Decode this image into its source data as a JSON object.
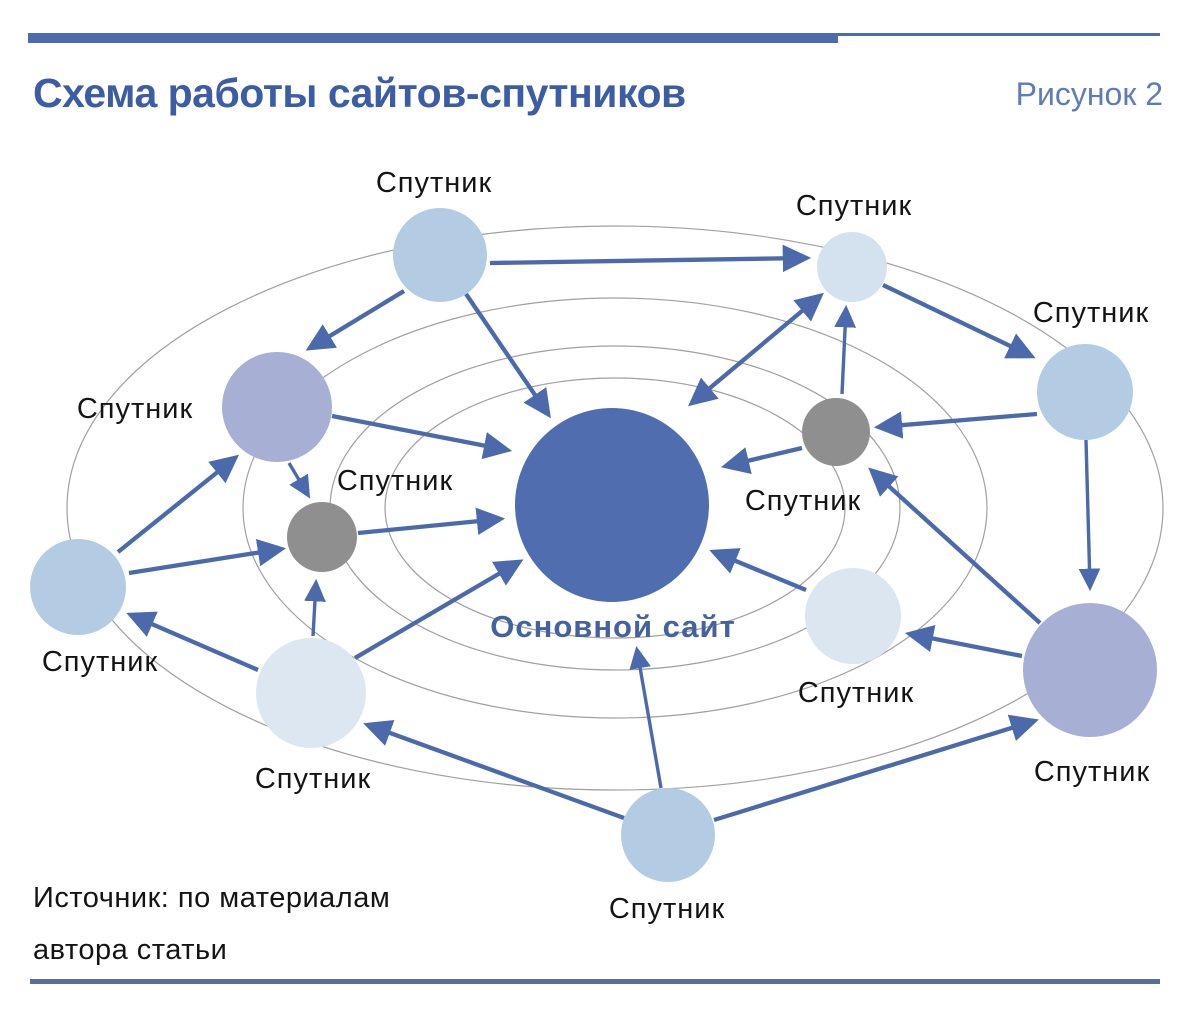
{
  "header": {
    "title": "Схема работы сайтов-спутников",
    "figure_label": "Рисунок 2"
  },
  "diagram": {
    "main_site": {
      "label": "Основной сайт",
      "color": "#4F6DAF"
    },
    "satellites": [
      {
        "id": "top-left",
        "label": "Спутник",
        "color": "#B3CCE3"
      },
      {
        "id": "top-right",
        "label": "Спутник",
        "color": "#D4E2F0"
      },
      {
        "id": "right",
        "label": "Спутник",
        "color": "#B3CCE3"
      },
      {
        "id": "left-purple",
        "label": "Спутник",
        "color": "#A8AFD5"
      },
      {
        "id": "inner-left-gray",
        "label": "Спутник",
        "color": "#8F8F8F"
      },
      {
        "id": "inner-right-gray",
        "label": "Спутник",
        "color": "#8F8F8F"
      },
      {
        "id": "far-left",
        "label": "Спутник",
        "color": "#B3CCE3"
      },
      {
        "id": "bottom-left",
        "label": "Спутник",
        "color": "#DCE7F2"
      },
      {
        "id": "inner-right-light",
        "label": "Спутник",
        "color": "#DBE6F1"
      },
      {
        "id": "far-right-purple",
        "label": "Спутник",
        "color": "#A8AFD5"
      },
      {
        "id": "bottom-center",
        "label": "Спутник",
        "color": "#B3CCE3"
      }
    ],
    "arrow_color": "#4C6AAB",
    "orbit_color": "#A0A0A0"
  },
  "footer": {
    "source_line1": "Источник: по материалам",
    "source_line2": "автора статьи"
  },
  "accent_colors": {
    "title": "#3D5CA6",
    "figure_label": "#5F7CB8",
    "top_bar": "#4C6CAE",
    "bottom_bar": "#56709A"
  }
}
